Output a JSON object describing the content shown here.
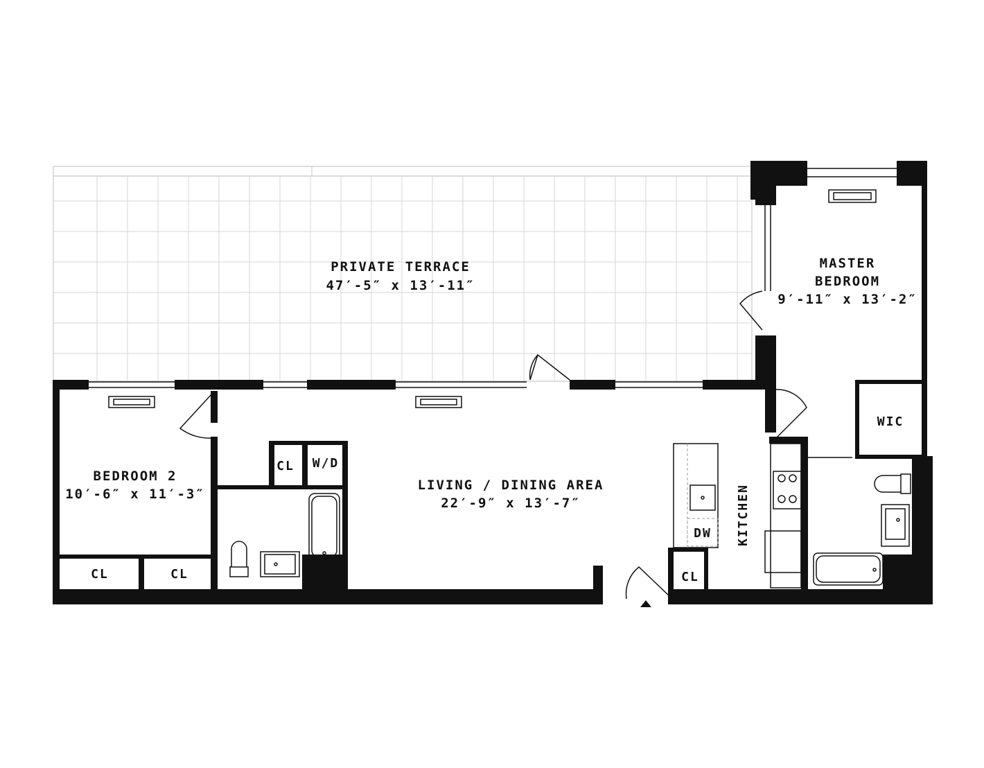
{
  "rooms": {
    "terrace": {
      "name": "PRIVATE TERRACE",
      "dims": "47′-5″ x 13′-11″"
    },
    "master": {
      "name_line1": "MASTER",
      "name_line2": "BEDROOM",
      "dims": "9′-11″ x 13′-2″"
    },
    "bedroom2": {
      "name": "BEDROOM 2",
      "dims": "10′-6″ x 11′-3″"
    },
    "living": {
      "name": "LIVING / DINING AREA",
      "dims": "22′-9″ x 13′-7″"
    },
    "kitchen": {
      "name": "KITCHEN"
    }
  },
  "labels": {
    "wic": "WIC",
    "closet": "CL",
    "washer_dryer": "W/D",
    "dishwasher": "DW"
  }
}
